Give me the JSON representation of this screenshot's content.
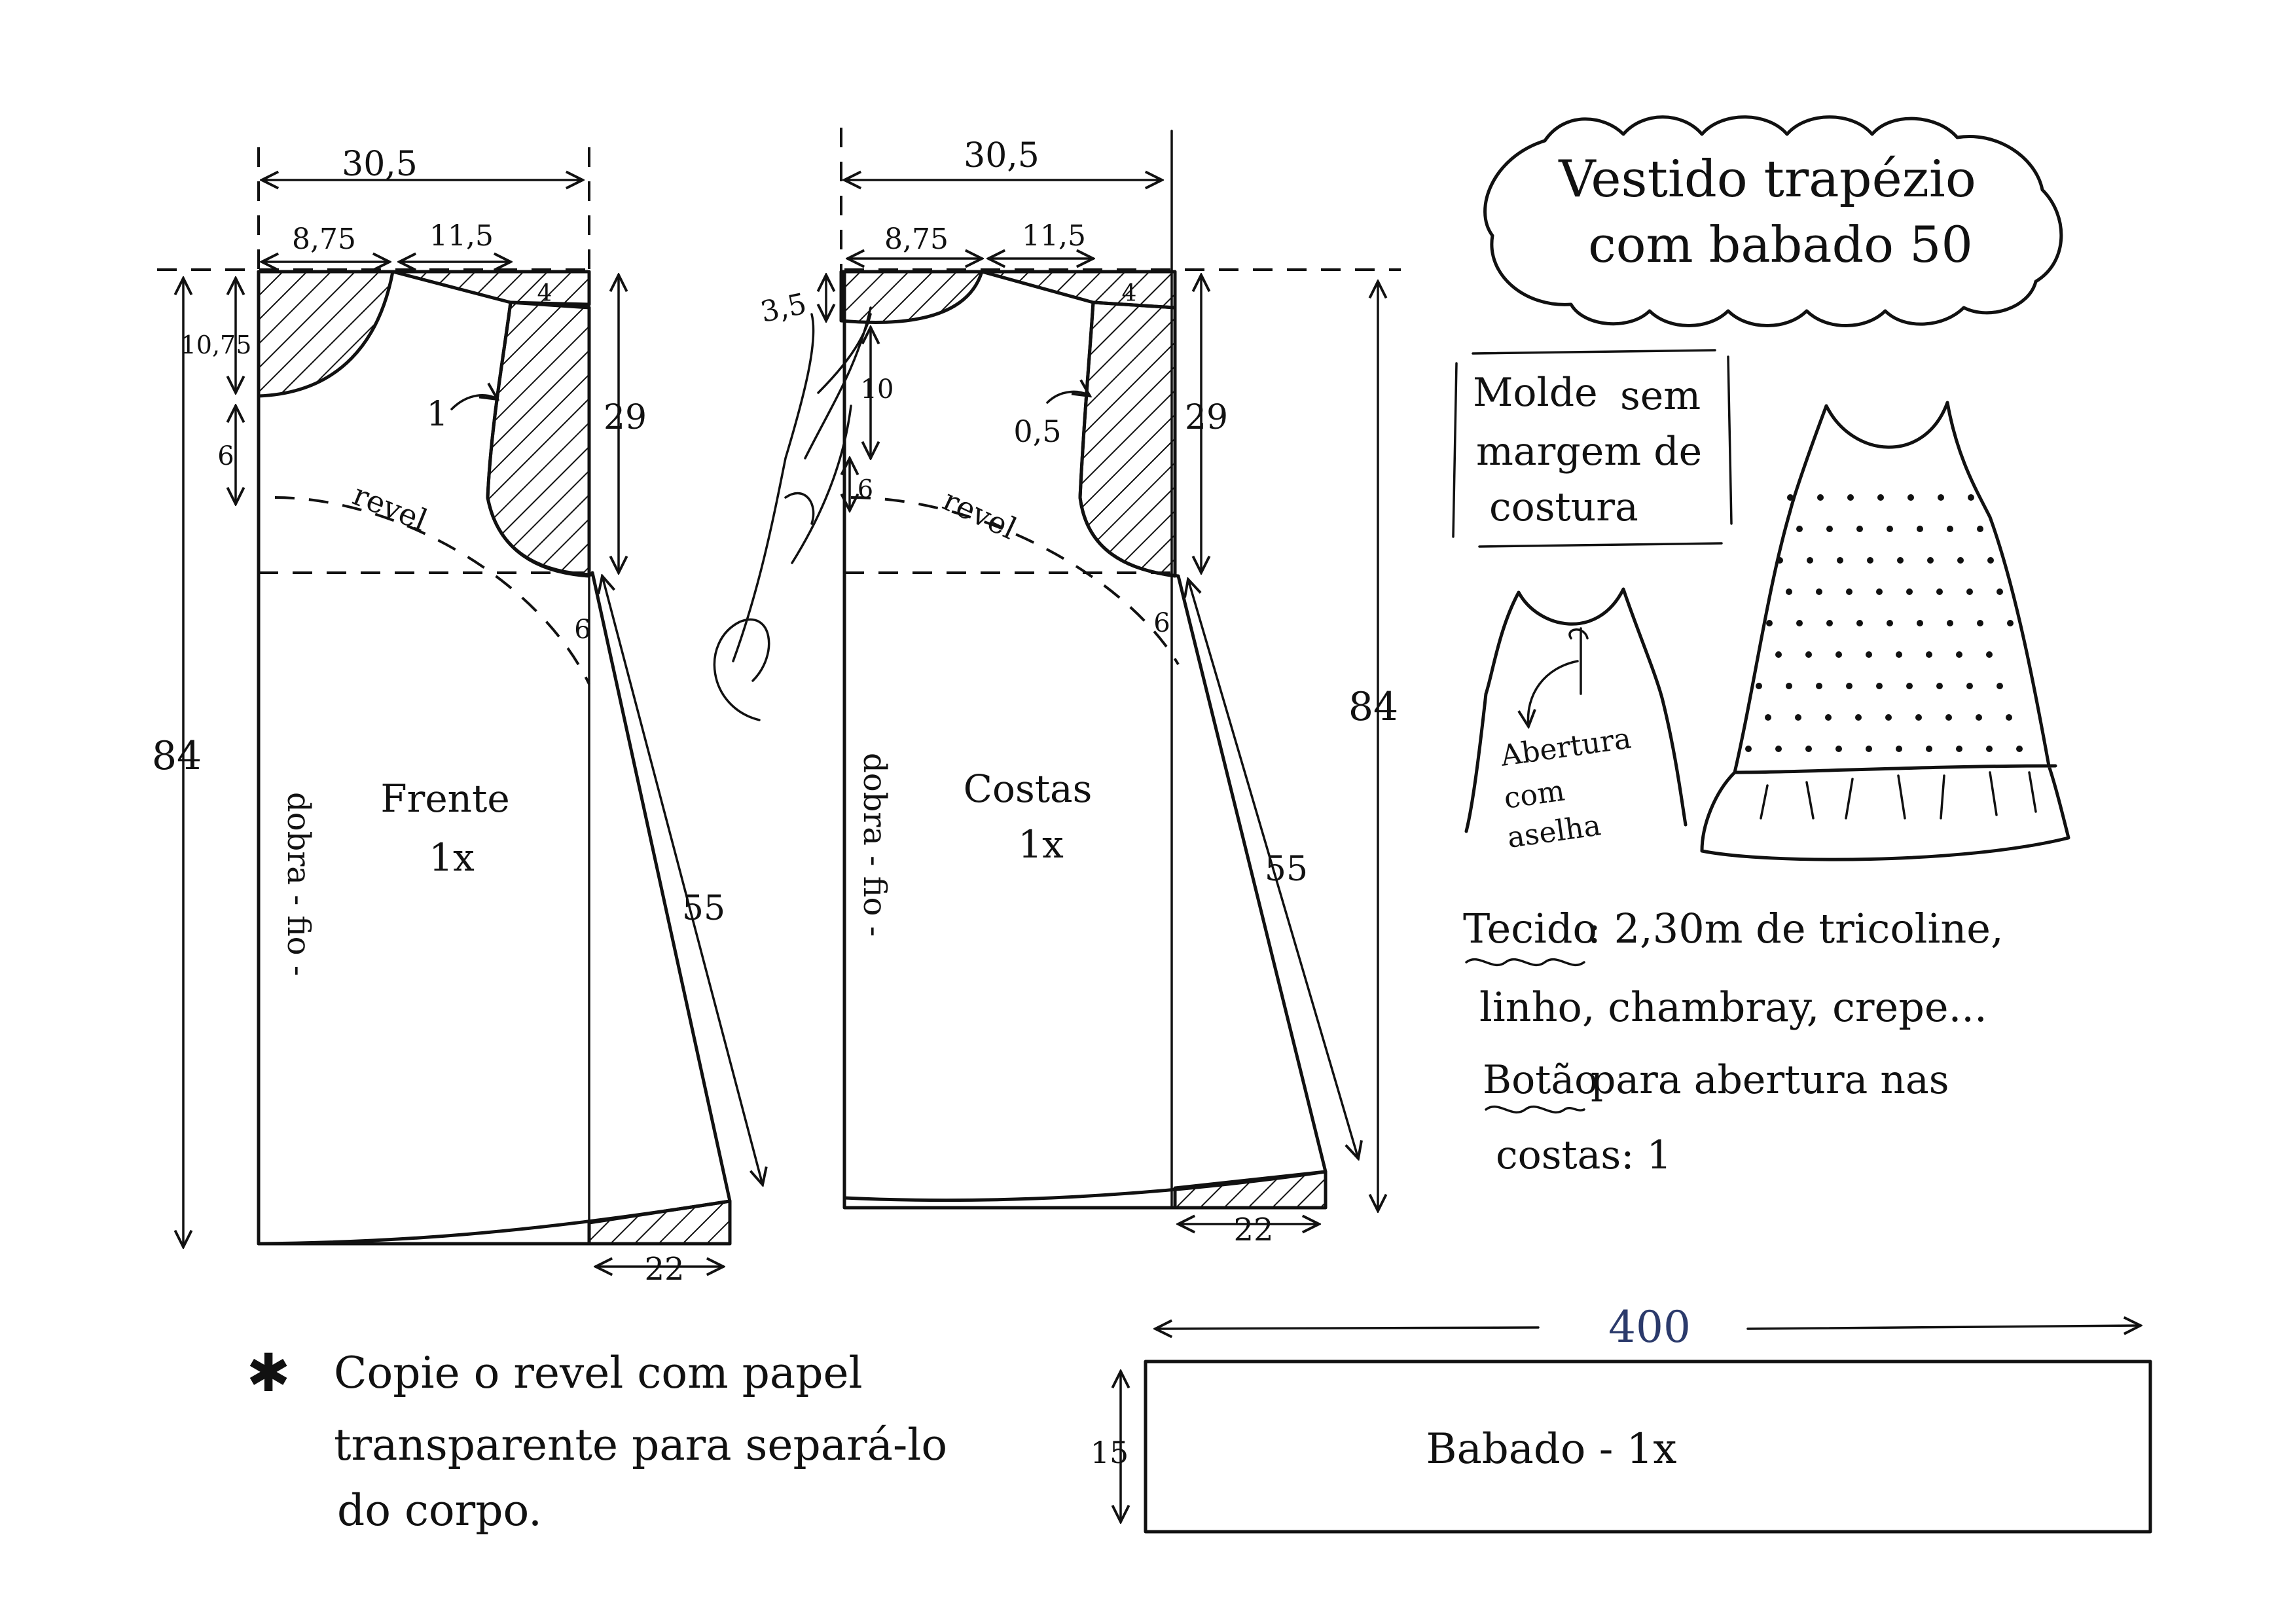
{
  "title": {
    "line1": "Vestido trapézio",
    "line2": "com babado 50"
  },
  "note": {
    "line1": "Molde",
    "line1b": "sem",
    "line2": "margem de",
    "line3": "costura"
  },
  "small_sketch": {
    "label_line1": "Abertura",
    "label_line2": "com",
    "label_line3": "aselha"
  },
  "materials": {
    "fabric_label": "Tecido",
    "fabric_line1": ": 2,30m de tricoline,",
    "fabric_line2": "linho, chambray, crepe...",
    "button_label": "Botão",
    "button_line1": " para abertura nas",
    "button_line2": "costas: 1"
  },
  "front": {
    "width_total": "30,5",
    "neck_width": "8,75",
    "shoulder": "11,5",
    "shoulder_drop": "4",
    "neck_depth": "10,75",
    "facing_extra": "6",
    "armhole_mark": "1",
    "armhole_depth": "29",
    "flare": "6",
    "side_length": "55",
    "hem_extension": "22",
    "total_length": "84",
    "facing_label": "revel",
    "fold_label": "dobra - fio -",
    "piece_name": "Frente",
    "piece_count": "1x"
  },
  "back": {
    "width_total": "30,5",
    "neck_width": "8,75",
    "shoulder": "11,5",
    "shoulder_drop": "4",
    "neck_depth_top": "3,5",
    "neck_depth": "10",
    "facing_extra": "6",
    "armhole_mark": "0,5",
    "armhole_depth": "29",
    "flare": "6",
    "side_length": "55",
    "hem_extension": "22",
    "total_length": "84",
    "facing_label": "revel",
    "fold_label": "dobra - fio -",
    "piece_name": "Costas",
    "piece_count": "1x"
  },
  "ruffle": {
    "length": "400",
    "height": "15",
    "label": "Babado - 1x"
  },
  "instruction": {
    "line1": "Copie o revel com papel",
    "line2": "transparente para separá-lo",
    "line3": "do corpo."
  },
  "colors": {
    "ink": "#111111",
    "accent_ink": "#2b3a6b",
    "paper": "#ffffff"
  }
}
